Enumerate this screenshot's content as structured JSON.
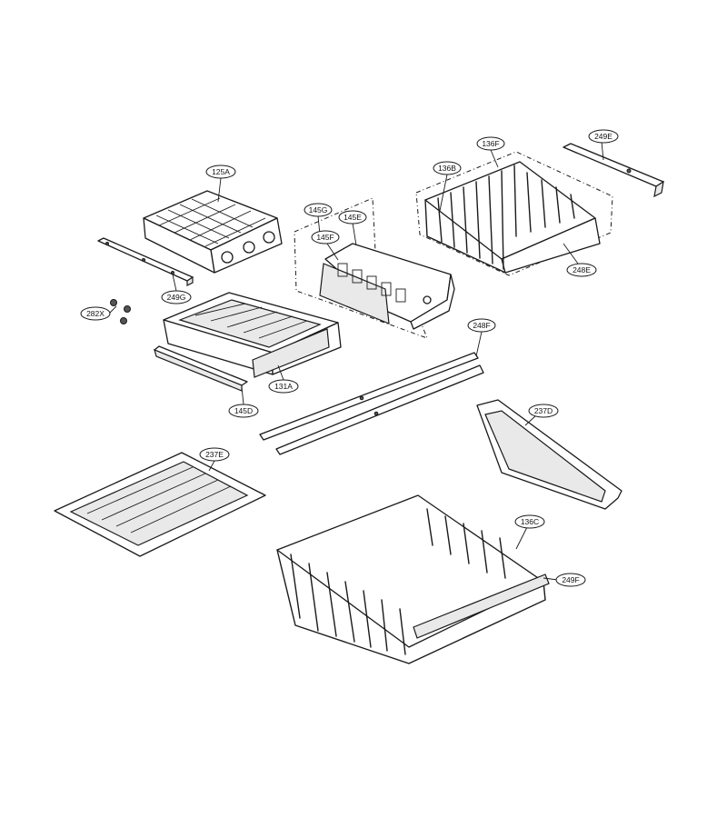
{
  "callouts": {
    "c125A": "125A",
    "c249G": "249G",
    "c282X": "282X",
    "c131A": "131A",
    "c145D": "145D",
    "c145G": "145G",
    "c145E": "145E",
    "c145F": "145F",
    "c136F": "136F",
    "c136B": "136B",
    "c249E": "249E",
    "c248E": "248E",
    "c248F": "248F",
    "c237D": "237D",
    "c237E": "237E",
    "c136C": "136C",
    "c249F": "249F"
  }
}
